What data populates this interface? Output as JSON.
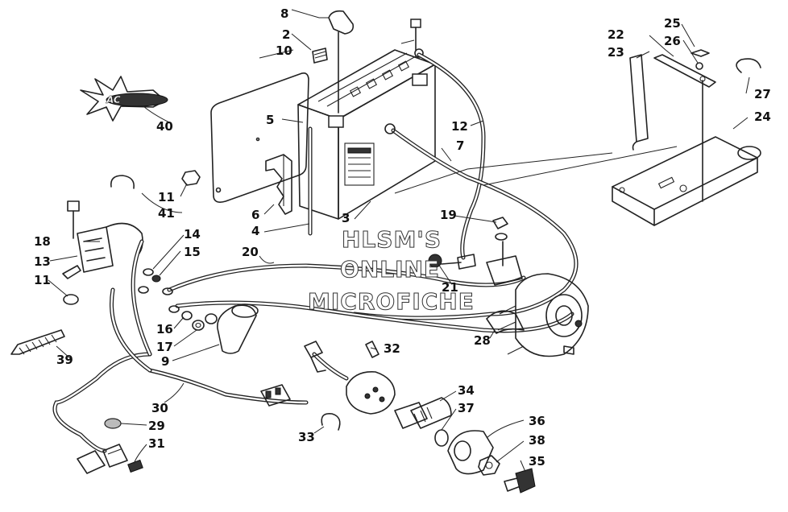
{
  "watermark": {
    "line1": "HLSM'S",
    "line2": "ONLINE",
    "line3": "MICROFICHE"
  },
  "logo": {
    "text": "AC"
  },
  "callouts": [
    {
      "id": "p2",
      "label": "2"
    },
    {
      "id": "p3",
      "label": "3"
    },
    {
      "id": "p4",
      "label": "4"
    },
    {
      "id": "p5",
      "label": "5"
    },
    {
      "id": "p6",
      "label": "6"
    },
    {
      "id": "p7",
      "label": "7"
    },
    {
      "id": "p8",
      "label": "8"
    },
    {
      "id": "p9",
      "label": "9"
    },
    {
      "id": "p10",
      "label": "10"
    },
    {
      "id": "p11a",
      "label": "11"
    },
    {
      "id": "p11b",
      "label": "11"
    },
    {
      "id": "p12",
      "label": "12"
    },
    {
      "id": "p13",
      "label": "13"
    },
    {
      "id": "p14",
      "label": "14"
    },
    {
      "id": "p15",
      "label": "15"
    },
    {
      "id": "p16",
      "label": "16"
    },
    {
      "id": "p17",
      "label": "17"
    },
    {
      "id": "p18",
      "label": "18"
    },
    {
      "id": "p19",
      "label": "19"
    },
    {
      "id": "p20",
      "label": "20"
    },
    {
      "id": "p21",
      "label": "21"
    },
    {
      "id": "p22",
      "label": "22"
    },
    {
      "id": "p23",
      "label": "23"
    },
    {
      "id": "p24",
      "label": "24"
    },
    {
      "id": "p25",
      "label": "25"
    },
    {
      "id": "p26",
      "label": "26"
    },
    {
      "id": "p27",
      "label": "27"
    },
    {
      "id": "p28",
      "label": "28"
    },
    {
      "id": "p29",
      "label": "29"
    },
    {
      "id": "p30",
      "label": "30"
    },
    {
      "id": "p31",
      "label": "31"
    },
    {
      "id": "p32",
      "label": "32"
    },
    {
      "id": "p33",
      "label": "33"
    },
    {
      "id": "p34",
      "label": "34"
    },
    {
      "id": "p35",
      "label": "35"
    },
    {
      "id": "p36",
      "label": "36"
    },
    {
      "id": "p37",
      "label": "37"
    },
    {
      "id": "p38",
      "label": "38"
    },
    {
      "id": "p39",
      "label": "39"
    },
    {
      "id": "p40",
      "label": "40"
    },
    {
      "id": "p41",
      "label": "41"
    }
  ]
}
